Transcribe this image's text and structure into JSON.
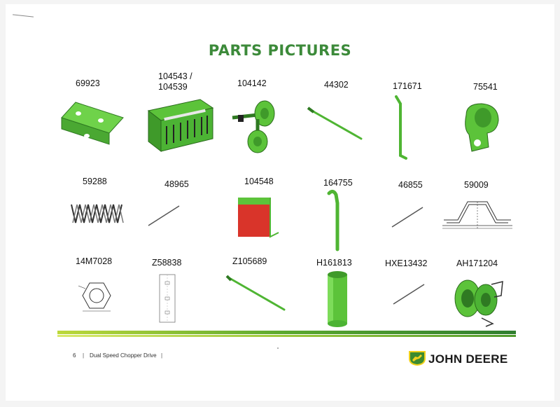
{
  "title": "PARTS PICTURES",
  "parts": [
    {
      "number": "69923",
      "icon": "angle-bracket-icon"
    },
    {
      "number": "104543 /\n104539",
      "icon": "chopper-rotor-icon"
    },
    {
      "number": "104142",
      "icon": "pulley-assembly-icon"
    },
    {
      "number": "44302",
      "icon": "rod-icon"
    },
    {
      "number": "171671",
      "icon": "bent-rod-icon"
    },
    {
      "number": "75541",
      "icon": "clamp-bracket-icon"
    },
    {
      "number": "59288",
      "icon": "spring-icon"
    },
    {
      "number": "48965",
      "icon": "pin-icon"
    },
    {
      "number": "104548",
      "icon": "deflector-plate-icon"
    },
    {
      "number": "164755",
      "icon": "hook-rod-icon"
    },
    {
      "number": "46855",
      "icon": "pin-icon"
    },
    {
      "number": "59009",
      "icon": "belt-guard-diagram-icon"
    },
    {
      "number": "14M7028",
      "icon": "hex-nut-diagram-icon"
    },
    {
      "number": "Z58838",
      "icon": "plate-diagram-icon"
    },
    {
      "number": "Z105689",
      "icon": "long-rod-icon"
    },
    {
      "number": "H161813",
      "icon": "sleeve-tube-icon"
    },
    {
      "number": "HXE13432",
      "icon": "pin-icon"
    },
    {
      "number": "AH171204",
      "icon": "gearbox-icon"
    }
  ],
  "footer": {
    "page_number": "6",
    "separator": "|",
    "doc_title": "Dual Speed Chopper Drive",
    "brand": "JOHN DEERE",
    "logo_icon": "deer-logo-icon"
  },
  "colors": {
    "title_green": "#3c8a3a",
    "part_green": "#5cc33a",
    "part_dark": "#2f7a22",
    "brand_yellow": "#f2d11c"
  }
}
